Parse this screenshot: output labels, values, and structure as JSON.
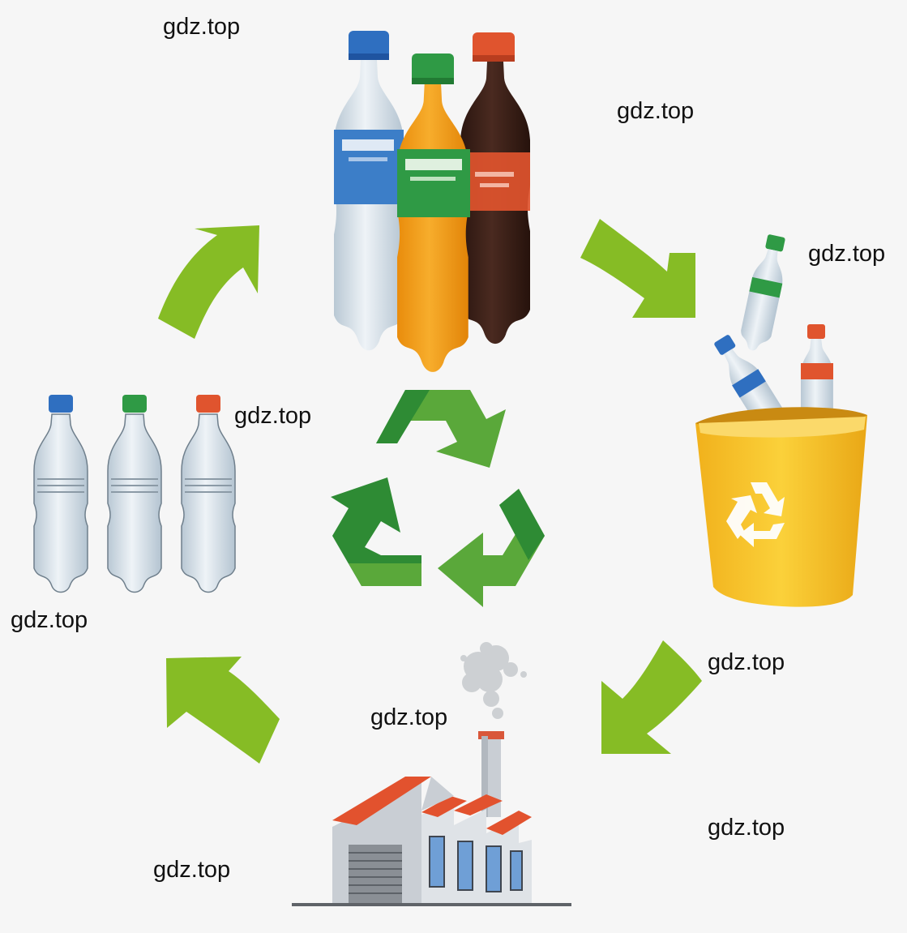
{
  "watermarks": [
    "gdz.top",
    "gdz.top",
    "gdz.top",
    "gdz.top",
    "gdz.top",
    "gdz.top",
    "gdz.top",
    "gdz.top",
    "gdz.top"
  ],
  "colors": {
    "background": "#f6f6f6",
    "cycle_arrow": "#86bc25",
    "recycle_dark": "#2e8b34",
    "recycle_light": "#5aa83a",
    "bin_yellow": "#f7c325",
    "factory_roof": "#e2522e",
    "factory_wall": "#c9ced4",
    "cap_blue": "#2f6fc0",
    "cap_green": "#2f9a45",
    "cap_red": "#e0542e",
    "soda_orange": "#f29b12",
    "cola_brown": "#3a1f18"
  },
  "icons": [
    "full-bottles-icon",
    "recycling-bin-icon",
    "factory-icon",
    "empty-bottles-icon",
    "recycle-symbol-icon",
    "cycle-arrow-icon"
  ]
}
